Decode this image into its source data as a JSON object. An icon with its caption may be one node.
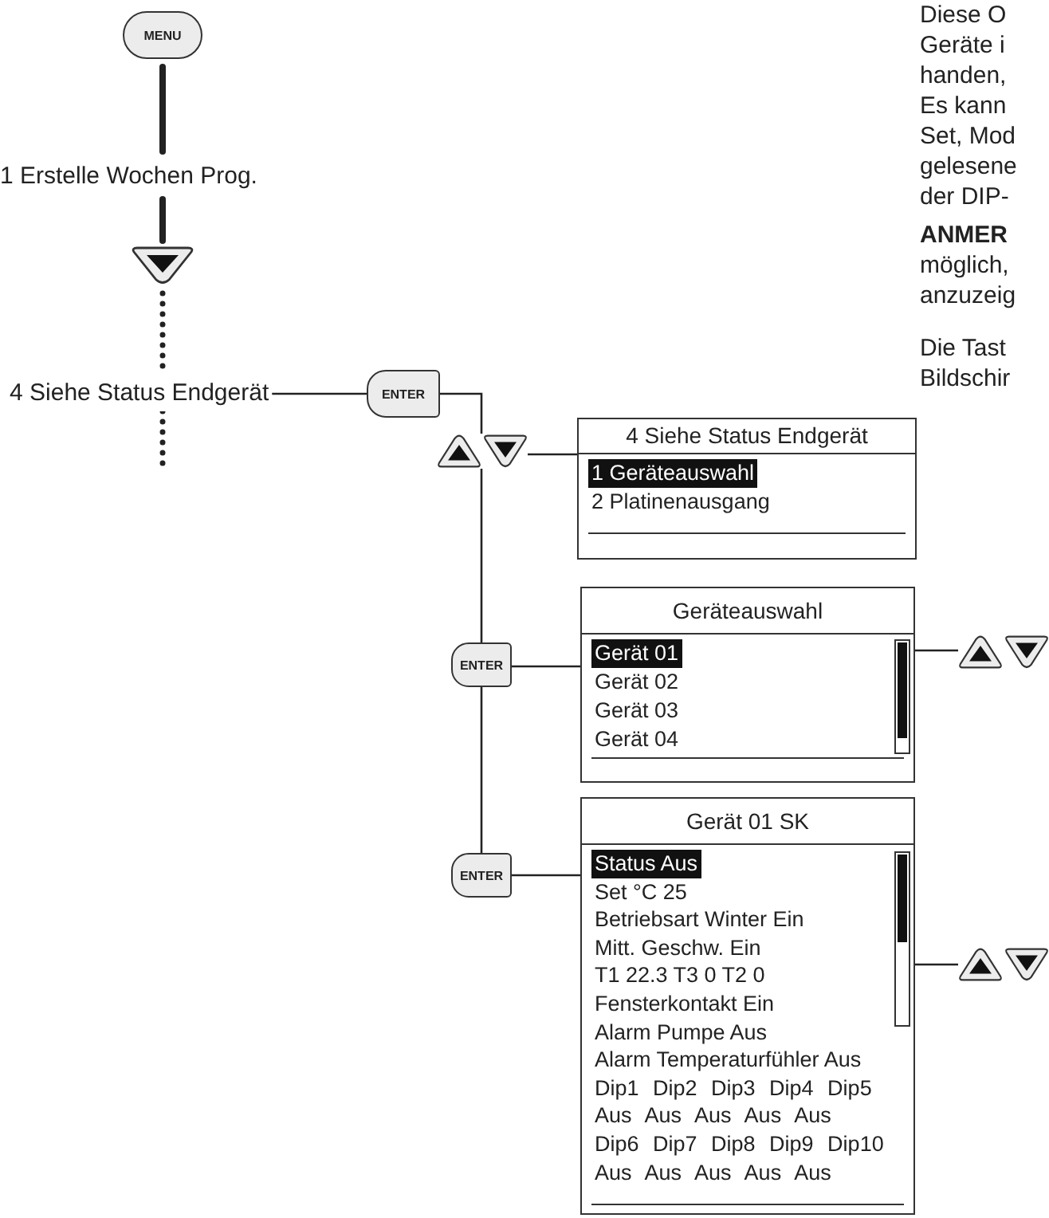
{
  "diagram": {
    "nodes": [
      {
        "text": [
          "MENU"
        ]
      },
      {
        "text": [
          "1 Erstelle Wochen Prog."
        ]
      },
      {
        "text": [],
        "shape": "button"
      },
      {
        "text": [
          "4 Siehe Status Endgerät"
        ]
      },
      {
        "text": [
          "ENTER"
        ]
      },
      {
        "text": [],
        "shape": "button"
      },
      {
        "text": [],
        "shape": "button"
      },
      {
        "text": [
          "4 Siehe Status Endgerät",
          "1 Geräteauswahl",
          "2 Platinenausgang"
        ]
      },
      {
        "text": [
          "ENTER"
        ]
      },
      {
        "text": [
          "Geräteauswahl",
          "Gerät 01",
          "Gerät 02",
          "Gerät 03",
          "Gerät 04"
        ]
      },
      {
        "text": [],
        "shape": "button"
      },
      {
        "text": [],
        "shape": "button"
      },
      {
        "text": [
          "ENTER"
        ]
      },
      {
        "text": [
          "Gerät 01 SK",
          "Status Aus",
          "Set °C 25",
          "Betriebsart Winter Ein",
          "Mitt. Geschw. Ein",
          "T1 22.3 T3 0 T2 0",
          "Fensterkontakt Ein",
          "Alarm Pumpe Aus",
          "Alarm Temperaturfühler Aus",
          "Dip1 Dip2 Dip3 Dip4 Dip5",
          "Aus Aus Aus Aus Aus",
          "Dip6 Dip7 Dip8 Dip9 Dip10",
          "Aus Aus Aus Aus Aus"
        ]
      },
      {
        "text": [],
        "shape": "button"
      },
      {
        "text": [],
        "shape": "button"
      }
    ],
    "edges": [
      {
        "from": 0,
        "to": 1,
        "arrow": "none",
        "style": "thick"
      },
      {
        "from": 1,
        "to": 2,
        "arrow": "none",
        "style": "thick"
      },
      {
        "from": 2,
        "to": 3,
        "arrow": "none",
        "style": "dashed"
      },
      {
        "from": 3,
        "to": null,
        "arrow": "none",
        "style": "dashed"
      },
      {
        "from": 3,
        "to": 4,
        "arrow": "none"
      },
      {
        "from": 4,
        "to": 5,
        "arrow": "none"
      },
      {
        "from": 6,
        "to": 7,
        "arrow": "none"
      },
      {
        "from": 5,
        "to": 8,
        "arrow": "none"
      },
      {
        "from": 8,
        "to": 12,
        "arrow": "none"
      },
      {
        "from": 8,
        "to": 9,
        "arrow": "none"
      },
      {
        "from": 12,
        "to": 13,
        "arrow": "none"
      },
      {
        "from": 9,
        "to": 10,
        "arrow": "none"
      },
      {
        "from": 13,
        "to": 14,
        "arrow": "none"
      }
    ],
    "labels": [
      "Diese O Geräte i handen, Es kann Set, Mod gelesene der DIP-",
      "**ANMER** möglich, anzuzeig",
      "Die Tast Bildschir"
    ]
  }
}
